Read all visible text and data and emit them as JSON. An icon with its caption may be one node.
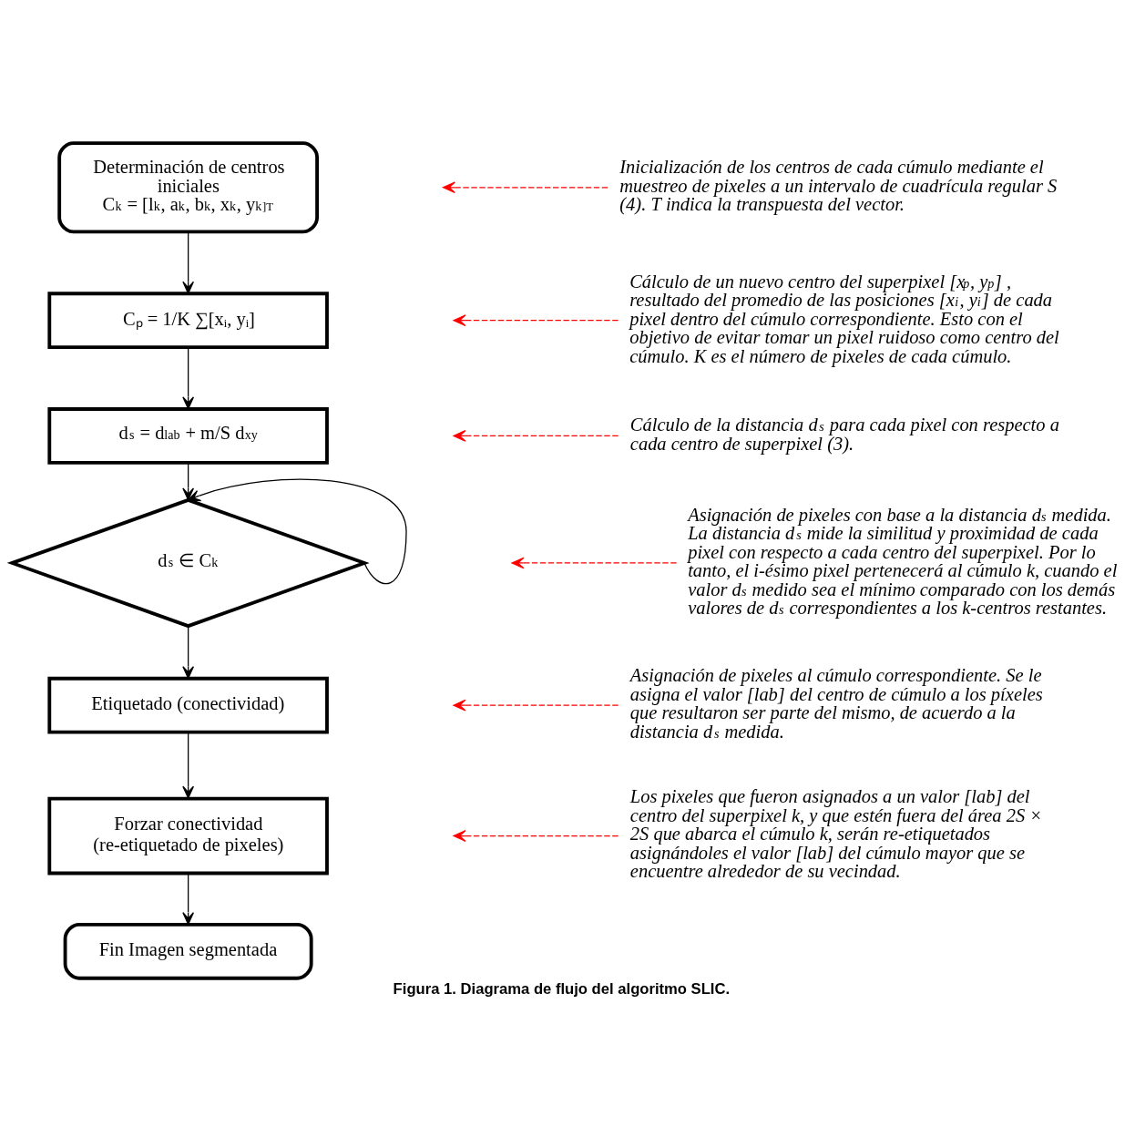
{
  "diagram": {
    "caption": "Figura 1. Diagrama de flujo del algoritmo SLIC.",
    "nodes": [
      {
        "text": [
          "Determinación de centros iniciales",
          "C$_{k}$ = [l$_{k}$, a$_{k}$, b$_{k}$, x$_{k}$, y$_{k}$]$^{T}$"
        ]
      },
      {
        "text": [
          "Cₚ = 1/K ∑[xᵢ, yᵢ]"
        ]
      },
      {
        "text": [
          "d$_{s}$ = d$_{lab}$ + m/S d$_{xy}$"
        ]
      },
      {
        "text": [
          "d$_{s}$ ∈ C$_{k}$"
        ]
      },
      {
        "text": [
          "Etiquetado (conectividad)"
        ]
      },
      {
        "text": [
          "Forzar conectividad (re-etiquetado de pixeles)"
        ]
      },
      {
        "text": [
          "Fin Imagen segmentada"
        ]
      },
      {
        "text": [
          "Inicialización de los centros de cada cúmulo mediante el muestreo de pixeles a un intervalo de cuadrícula regular S (4). T indica la transpuesta del vector."
        ]
      },
      {
        "text": [
          "Cálculo de un nuevo centro del superpixel [x$_{p}$, y$_{p}$] , resultado del promedio de las posiciones [x$_{i}$, y$_{i}$] de cada pixel dentro del cúmulo correspondiente. Esto con el objetivo de evitar tomar un pixel ruidoso como centro del cúmulo. K es el número de pixeles de cada cúmulo."
        ]
      },
      {
        "text": [
          "Cálculo de la distancia d$_{s}$ para cada pixel con respecto a cada centro de superpixel (3)."
        ]
      },
      {
        "text": [
          "Asignación de pixeles con base a la distancia d$_{s}$ medida. La distancia d$_{s}$ mide la similitud y proximidad de cada pixel con respecto a cada centro del superpixel. Por lo tanto, el i-ésimo pixel pertenecerá al cúmulo k, cuando el valor d$_{s}$ medido sea el mínimo comparado con los demás valores de d$_{s}$ correspondientes a los k-centros restantes."
        ]
      },
      {
        "text": [
          "Asignación de pixeles al cúmulo correspondiente. Se le asigna el valor [lab] del centro de cúmulo a los píxeles que resultaron ser parte del mismo, de acuerdo a la distancia d$_{s}$ medida."
        ]
      },
      {
        "text": [
          "Los pixeles que fueron asignados a un valor [lab] del centro del superpixel k, y que estén fuera del área 2S × 2S que abarca el cúmulo k, serán re-etiquetados asignándoles el valor [lab] del cúmulo mayor que se encuentre alrededor de su vecindad."
        ]
      }
    ],
    "edges": [
      {
        "from": 0,
        "to": 1,
        "arrow": "to"
      },
      {
        "from": 1,
        "to": 2,
        "arrow": "to"
      },
      {
        "from": 2,
        "to": 3,
        "arrow": "to"
      },
      {
        "from": 3,
        "to": 3,
        "arrow": "to"
      },
      {
        "from": 3,
        "to": 4,
        "arrow": "to"
      },
      {
        "from": 4,
        "to": 5,
        "arrow": "to"
      },
      {
        "from": 5,
        "to": 6,
        "arrow": "to"
      },
      {
        "from": 7,
        "to": null,
        "arrow": "to",
        "style": "dashed",
        "color": "#ff0000"
      },
      {
        "from": 8,
        "to": null,
        "arrow": "to",
        "style": "dashed",
        "color": "#ff0000"
      },
      {
        "from": 9,
        "to": null,
        "arrow": "to",
        "style": "dashed",
        "color": "#ff0000"
      },
      {
        "from": 10,
        "to": null,
        "arrow": "to",
        "style": "dashed",
        "color": "#ff0000"
      },
      {
        "from": 11,
        "to": null,
        "arrow": "to",
        "style": "dashed",
        "color": "#ff0000"
      },
      {
        "from": 12,
        "to": null,
        "arrow": "to",
        "style": "dashed",
        "color": "#ff0000"
      }
    ]
  }
}
